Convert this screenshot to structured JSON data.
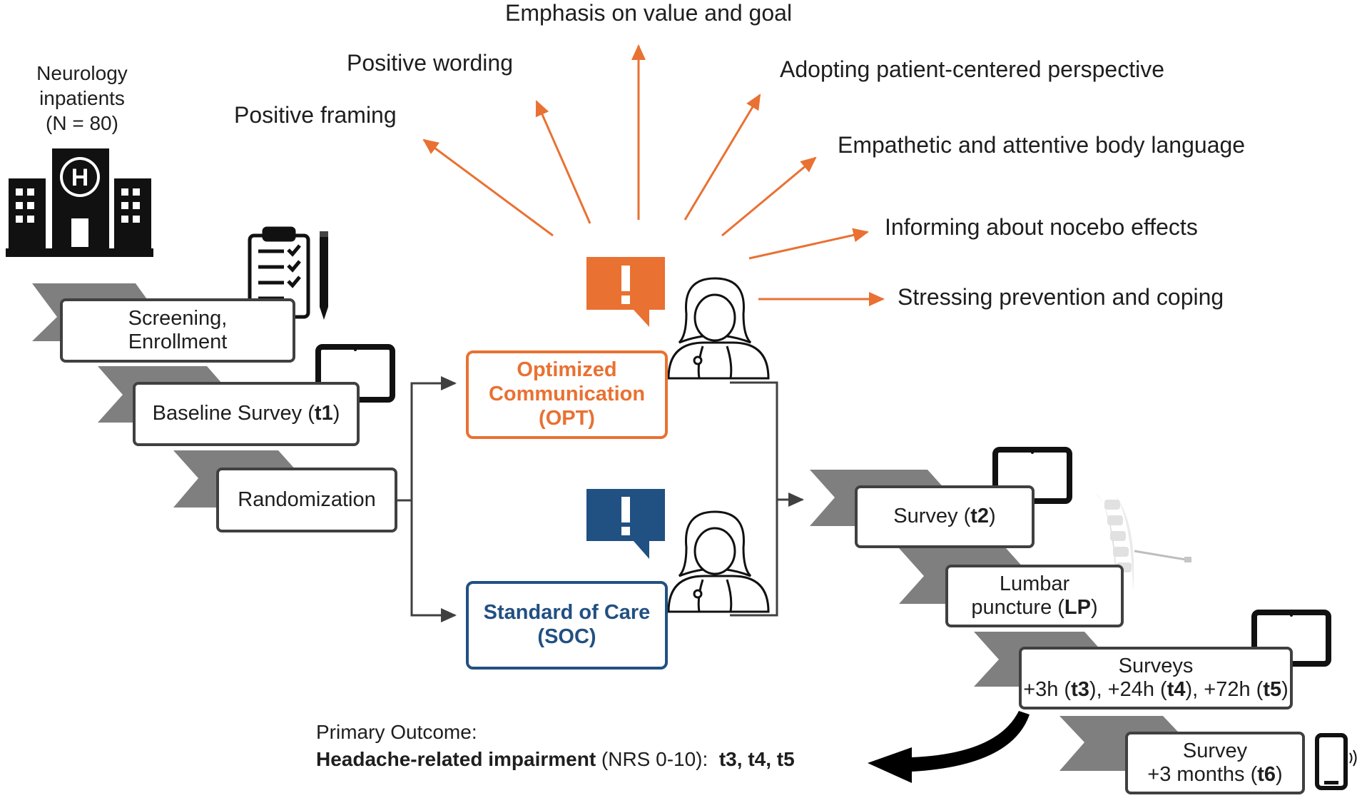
{
  "population": {
    "line1": "Neurology",
    "line2": "inpatients",
    "line3": "(N = 80)"
  },
  "icons": {
    "hospital": "hospital-icon",
    "clipboard": "clipboard-checklist-icon",
    "pencil": "pencil-icon",
    "tablet": "tablet-icon",
    "phone": "smartphone-icon",
    "doctor": "doctor-icon",
    "alert": "speech-bubble-exclamation-icon",
    "spine": "spine-lumbar-puncture-icon"
  },
  "colors": {
    "opt": "#e97132",
    "soc": "#215082",
    "chevron": "#7f7f7f",
    "box_border": "#404040"
  },
  "steps": {
    "screening": {
      "line1": "Screening,",
      "line2": "Enrollment"
    },
    "baseline": {
      "text": "Baseline Survey (",
      "bold": "t1",
      "close": ")"
    },
    "randomization": {
      "text": "Randomization"
    },
    "survey_t2": {
      "text": "Survey (",
      "bold": "t2",
      "close": ")"
    },
    "lp": {
      "line1": "Lumbar",
      "line2_pre": "puncture (",
      "bold": "LP",
      "close": ")"
    },
    "surveys_t345": {
      "line1": "Surveys",
      "pre": "+3h (",
      "b1": "t3",
      "mid1": "), +24h (",
      "b2": "t4",
      "mid2": "), +72h (",
      "b3": "t5",
      "close": ")"
    },
    "survey_t6": {
      "line1": "Survey",
      "pre": "+3 months (",
      "bold": "t6",
      "close": ")"
    }
  },
  "arms": {
    "opt": {
      "line1": "Optimized",
      "line2": "Communication",
      "line3": "(OPT)"
    },
    "soc": {
      "line1": "Standard of Care",
      "line2": "(SOC)"
    }
  },
  "opt_features": [
    "Positive framing",
    "Positive wording",
    "Emphasis on value and goal",
    "Adopting patient-centered perspective",
    "Empathetic and attentive body language",
    "Informing about nocebo effects",
    "Stressing prevention and coping"
  ],
  "outcome": {
    "label": "Primary Outcome:",
    "bold": "Headache-related impairment",
    "normal": " (NRS 0-10):",
    "timepoints": "t3, t4, t5"
  }
}
